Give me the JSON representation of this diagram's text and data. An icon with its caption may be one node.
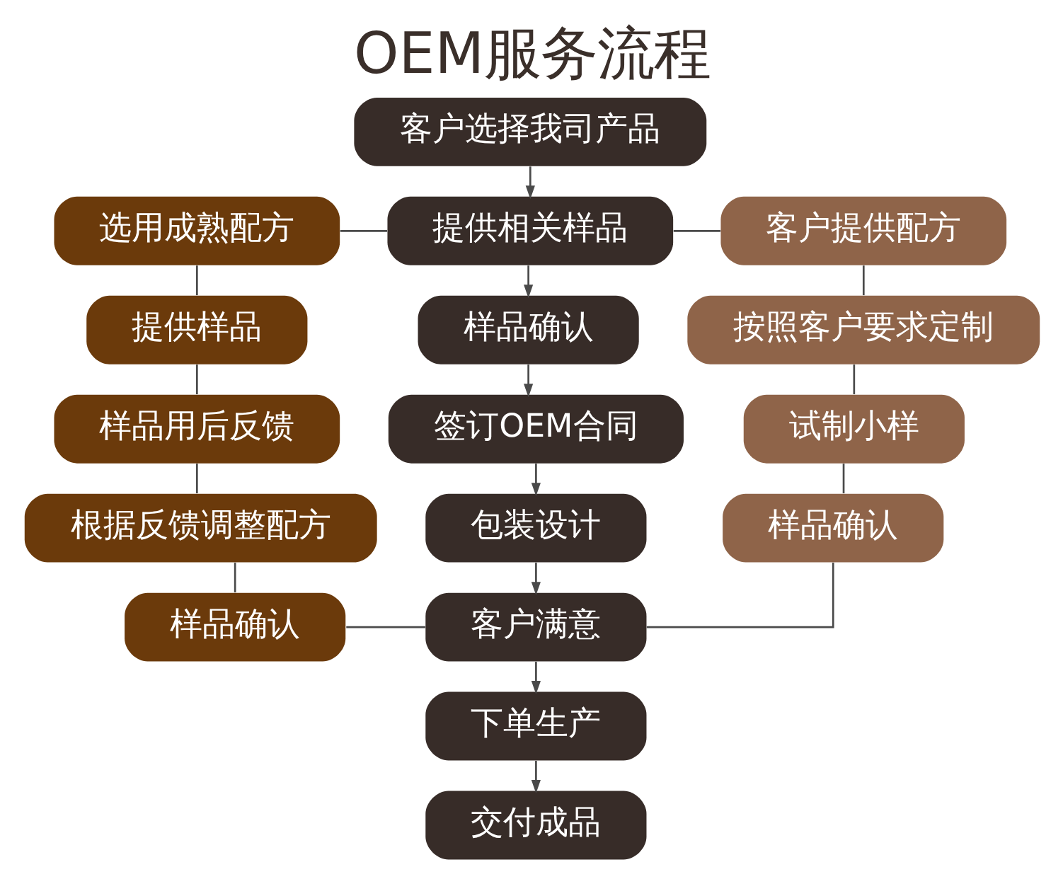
{
  "diagram": {
    "title": "OEM服务流程",
    "nodes": [
      {
        "text": [
          "客户选择我司产品"
        ]
      },
      {
        "text": [
          "选用成熟配方"
        ]
      },
      {
        "text": [
          "提供相关样品"
        ]
      },
      {
        "text": [
          "客户提供配方"
        ]
      },
      {
        "text": [
          "提供样品"
        ]
      },
      {
        "text": [
          "样品确认"
        ]
      },
      {
        "text": [
          "按照客户要求定制"
        ]
      },
      {
        "text": [
          "样品用后反馈"
        ]
      },
      {
        "text": [
          "签订OEM合同"
        ]
      },
      {
        "text": [
          "试制小样"
        ]
      },
      {
        "text": [
          "根据反馈调整配方"
        ]
      },
      {
        "text": [
          "包装设计"
        ]
      },
      {
        "text": [
          "样品确认"
        ]
      },
      {
        "text": [
          "样品确认"
        ]
      },
      {
        "text": [
          "客户满意"
        ]
      },
      {
        "text": [
          "下单生产"
        ]
      },
      {
        "text": [
          "交付成品"
        ]
      }
    ],
    "edges": [
      {
        "from": 0,
        "to": 2,
        "arrow": "to"
      },
      {
        "from": 1,
        "to": 2,
        "arrow": "none"
      },
      {
        "from": 2,
        "to": 3,
        "arrow": "none"
      },
      {
        "from": 1,
        "to": 4,
        "arrow": "none"
      },
      {
        "from": 2,
        "to": 5,
        "arrow": "to"
      },
      {
        "from": 3,
        "to": 6,
        "arrow": "none"
      },
      {
        "from": 4,
        "to": 7,
        "arrow": "none"
      },
      {
        "from": 5,
        "to": 8,
        "arrow": "to"
      },
      {
        "from": 6,
        "to": 9,
        "arrow": "none"
      },
      {
        "from": 7,
        "to": 10,
        "arrow": "none"
      },
      {
        "from": 8,
        "to": 11,
        "arrow": "to"
      },
      {
        "from": 9,
        "to": 12,
        "arrow": "none"
      },
      {
        "from": 10,
        "to": 13,
        "arrow": "none"
      },
      {
        "from": 11,
        "to": 14,
        "arrow": "to"
      },
      {
        "from": 13,
        "to": 14,
        "arrow": "none"
      },
      {
        "from": 12,
        "to": 14,
        "arrow": "none"
      },
      {
        "from": 14,
        "to": 15,
        "arrow": "to"
      },
      {
        "from": 15,
        "to": 16,
        "arrow": "to"
      }
    ]
  }
}
